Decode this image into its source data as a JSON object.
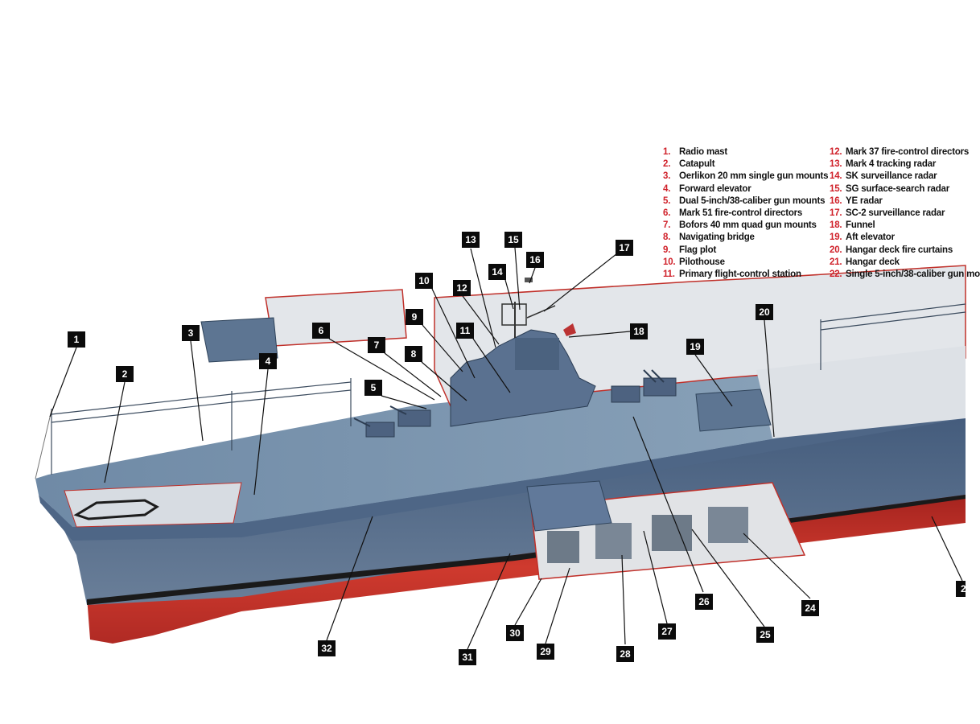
{
  "legend": [
    {
      "num": "1.",
      "label": "Radio mast"
    },
    {
      "num": "2.",
      "label": "Catapult"
    },
    {
      "num": "3.",
      "label": "Oerlikon 20 mm single gun mounts"
    },
    {
      "num": "4.",
      "label": "Forward elevator"
    },
    {
      "num": "5.",
      "label": "Dual 5-inch/38-caliber gun mounts"
    },
    {
      "num": "6.",
      "label": "Mark 51 fire-control directors"
    },
    {
      "num": "7.",
      "label": "Bofors 40 mm quad gun mounts"
    },
    {
      "num": "8.",
      "label": "Navigating bridge"
    },
    {
      "num": "9.",
      "label": "Flag plot"
    },
    {
      "num": "10.",
      "label": "Pilothouse"
    },
    {
      "num": "11.",
      "label": "Primary flight-control station"
    },
    {
      "num": "12.",
      "label": "Mark 37 fire-control directors"
    },
    {
      "num": "13.",
      "label": "Mark 4 tracking radar"
    },
    {
      "num": "14.",
      "label": "SK surveillance radar"
    },
    {
      "num": "15.",
      "label": "SG surface-search radar"
    },
    {
      "num": "16.",
      "label": "YE radar"
    },
    {
      "num": "17.",
      "label": "SC-2 surveillance radar"
    },
    {
      "num": "18.",
      "label": "Funnel"
    },
    {
      "num": "19.",
      "label": "Aft elevator"
    },
    {
      "num": "20.",
      "label": "Hangar deck fire curtains"
    },
    {
      "num": "21.",
      "label": "Hangar deck"
    },
    {
      "num": "22.",
      "label": "Single 5-inch/38-caliber gun mo"
    }
  ],
  "callouts": [
    "1",
    "2",
    "3",
    "4",
    "5",
    "6",
    "7",
    "8",
    "9",
    "10",
    "11",
    "12",
    "13",
    "14",
    "15",
    "16",
    "17",
    "18",
    "19",
    "20",
    "24",
    "25",
    "26",
    "27",
    "28",
    "29",
    "30",
    "31",
    "32",
    "2"
  ],
  "colors": {
    "hull_red": "#c0302a",
    "hull_grey": "#556f8c",
    "deck_blue": "#7d96ae",
    "hangar_light": "#e6e8ea",
    "accent_red": "#d0212a",
    "callout_bg": "#0b0b0b"
  }
}
